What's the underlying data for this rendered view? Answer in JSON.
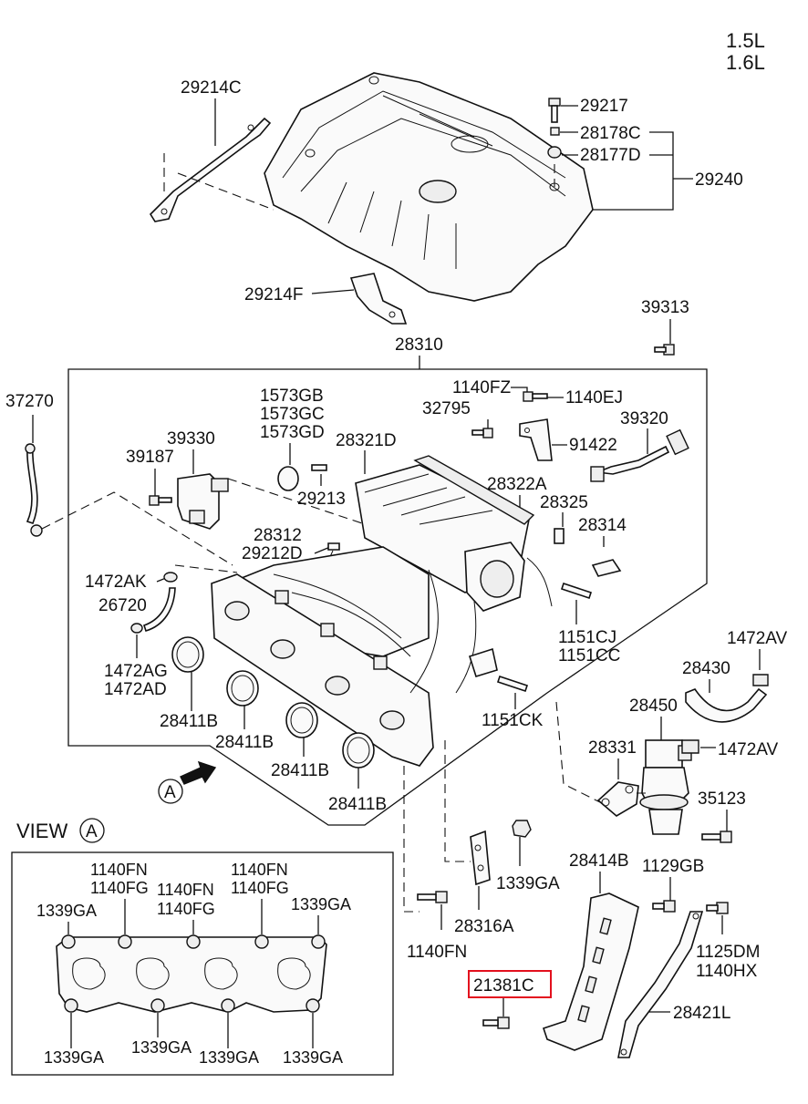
{
  "engine": [
    "1.5L",
    "1.6L"
  ],
  "view_label": "VIEW",
  "view_marker": "A",
  "highlighted_part": "21381C",
  "labels": {
    "p29214C": "29214C",
    "p29217": "29217",
    "p28178C": "28178C",
    "p28177D": "28177D",
    "p29240": "29240",
    "p29214F": "29214F",
    "p39313": "39313",
    "p28310": "28310",
    "p37270": "37270",
    "p1573GB": "1573GB",
    "p1573GC": "1573GC",
    "p1573GD": "1573GD",
    "p1140FZ": "1140FZ",
    "p1140EJ": "1140EJ",
    "p32795": "32795",
    "p39320": "39320",
    "p39330": "39330",
    "p39187": "39187",
    "p28321D": "28321D",
    "p91422": "91422",
    "p28322A": "28322A",
    "p29213": "29213",
    "p28325": "28325",
    "p28312": "28312",
    "p29212D": "29212D",
    "p28314": "28314",
    "p1472AK": "1472AK",
    "p26720": "26720",
    "p1151CJ": "1151CJ",
    "p1151CC": "1151CC",
    "p1472AV_a": "1472AV",
    "p1472AG": "1472AG",
    "p1472AD": "1472AD",
    "p28430": "28430",
    "p28411B_1": "28411B",
    "p28411B_2": "28411B",
    "p28411B_3": "28411B",
    "p28411B_4": "28411B",
    "p1151CK": "1151CK",
    "p28450": "28450",
    "p28331": "28331",
    "p1472AV_b": "1472AV",
    "p35123": "35123",
    "p1339GA_mid": "1339GA",
    "p28414B": "28414B",
    "p1129GB": "1129GB",
    "p28316A": "28316A",
    "p1140FN_main": "1140FN",
    "p1125DM": "1125DM",
    "p1140HX": "1140HX",
    "p21381C": "21381C",
    "p28421L": "28421L"
  },
  "view_a_labels": {
    "fn1": "1140FN",
    "fg1": "1140FG",
    "fn2": "1140FN",
    "fg2": "1140FG",
    "fn3": "1140FN",
    "fg3": "1140FG",
    "ga_tl": "1339GA",
    "ga_tr": "1339GA",
    "ga_b1": "1339GA",
    "ga_b2": "1339GA",
    "ga_b3": "1339GA",
    "ga_b4": "1339GA"
  },
  "colors": {
    "highlight": "#e3101e",
    "ink": "#111111"
  }
}
